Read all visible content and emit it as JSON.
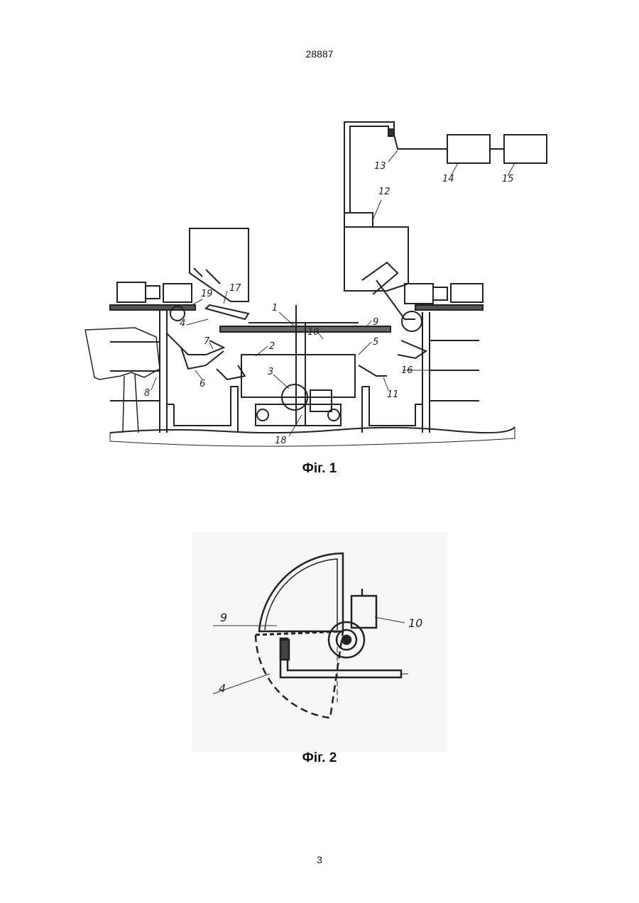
{
  "header": {
    "doc_number": "28887"
  },
  "figure1": {
    "caption": "Фіг. 1",
    "labels": {
      "l1": "1",
      "l2": "2",
      "l3": "3",
      "l4": "4",
      "l5": "5",
      "l6": "6",
      "l7": "7",
      "l8": "8",
      "l9": "9",
      "l10": "10",
      "l11": "11",
      "l12": "12",
      "l13": "13",
      "l14": "14",
      "l15": "15",
      "l16": "16",
      "l17": "17",
      "l18": "18",
      "l19": "19"
    }
  },
  "figure2": {
    "caption": "Фіг. 2",
    "labels": {
      "l9": "9",
      "l10": "10",
      "l4": "4"
    }
  },
  "footer": {
    "page_number": "3"
  }
}
